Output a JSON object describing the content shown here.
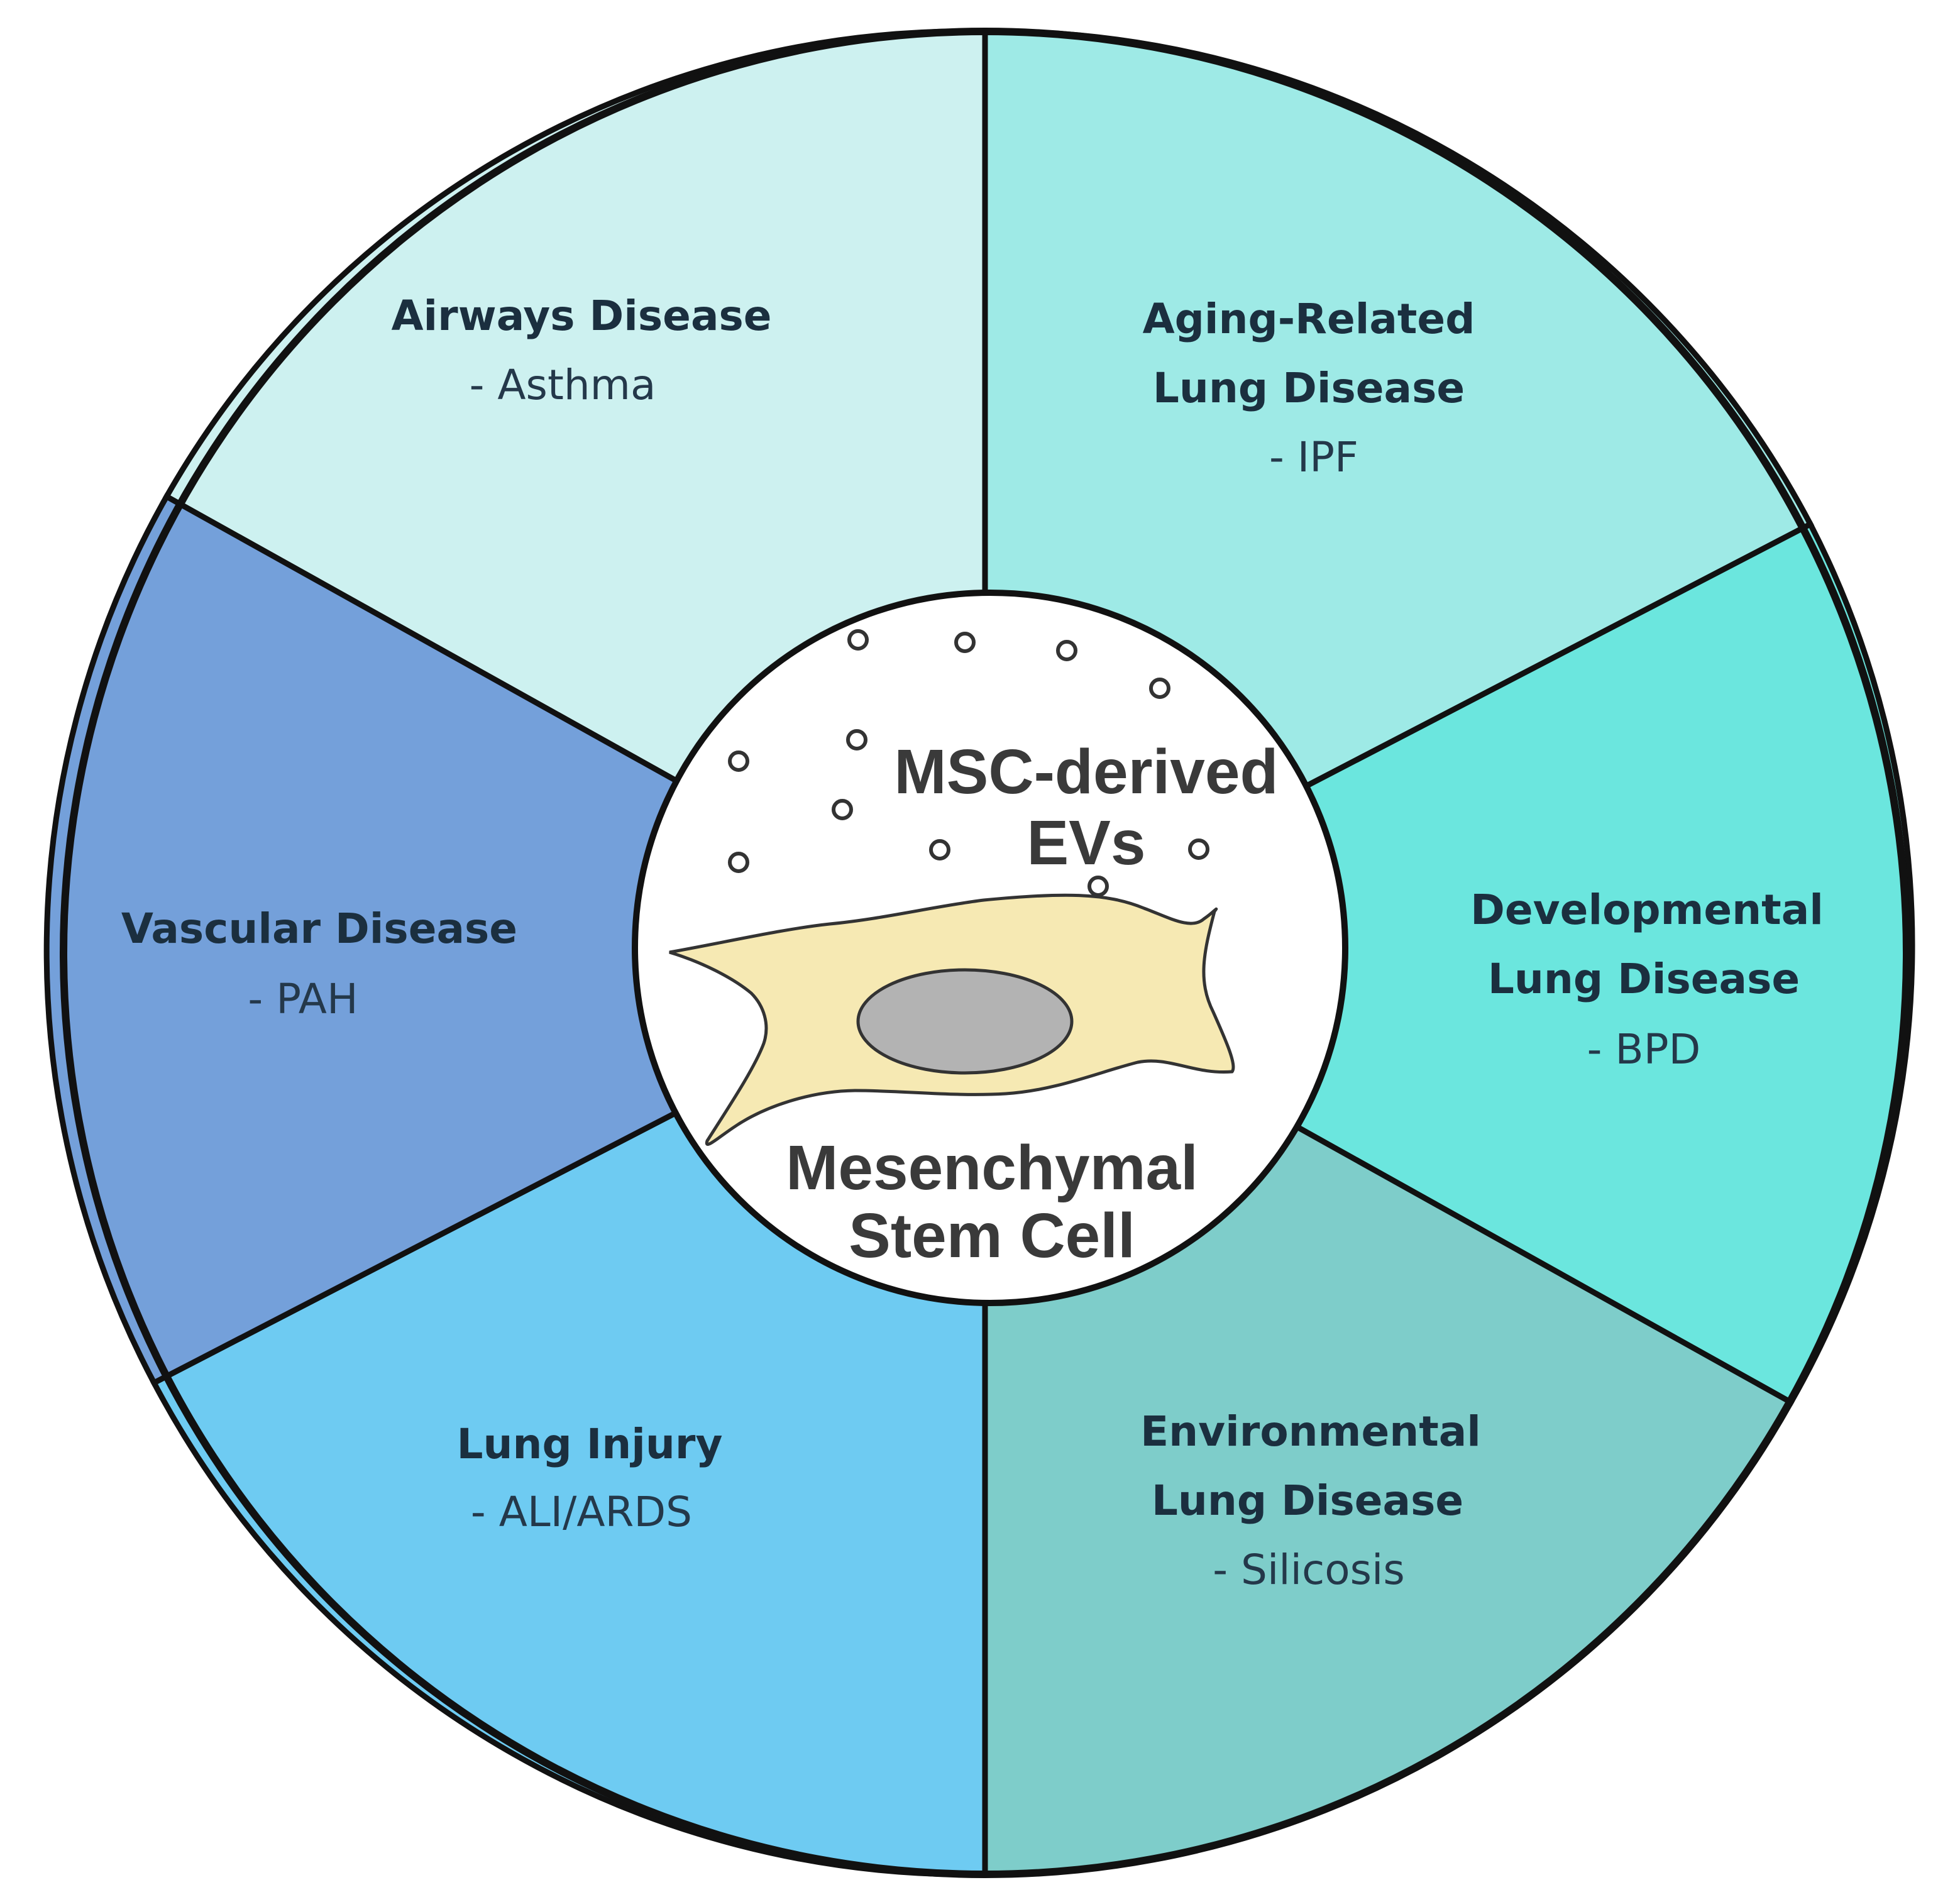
{
  "segments": [
    {
      "id": "airways",
      "color": "#cdf1f0",
      "title": [
        "Airways Disease"
      ],
      "subtitle": "- Asthma"
    },
    {
      "id": "aging",
      "color": "#9eeae6",
      "title": [
        "Aging-Related",
        "Lung Disease"
      ],
      "subtitle": "- IPF"
    },
    {
      "id": "developmental",
      "color": "#6be6de",
      "title": [
        "Developmental",
        "Lung Disease"
      ],
      "subtitle": "- BPD"
    },
    {
      "id": "environmental",
      "color": "#7ecdca",
      "title": [
        "Environmental",
        "Lung Disease"
      ],
      "subtitle": "- Silicosis"
    },
    {
      "id": "injury",
      "color": "#6ecbf2",
      "title": [
        "Lung Injury"
      ],
      "subtitle": "- ALI/ARDS"
    },
    {
      "id": "vascular",
      "color": "#74a0da",
      "title": [
        "Vascular Disease"
      ],
      "subtitle": "- PAH"
    }
  ],
  "center": {
    "top_label": [
      "MSC-derived",
      "EVs"
    ],
    "bottom_label": [
      "Mesenchymal",
      "Stem Cell"
    ],
    "cell_color": "#f6e9b3",
    "nucleus_color": "#b3b3b3"
  }
}
